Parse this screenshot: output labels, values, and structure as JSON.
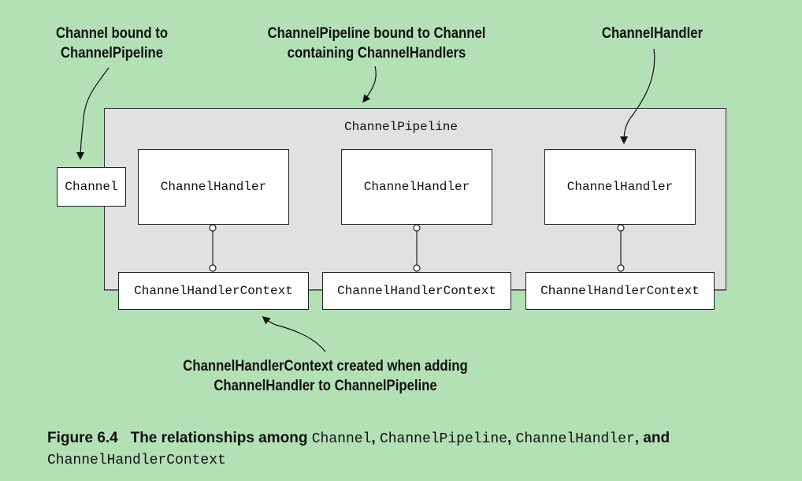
{
  "callouts": {
    "channel_bound": [
      "Channel bound to",
      "ChannelPipeline"
    ],
    "pipeline_bound": [
      "ChannelPipeline bound to Channel",
      "containing ChannelHandlers"
    ],
    "handler": [
      "ChannelHandler"
    ],
    "context_created": [
      "ChannelHandlerContext created when adding",
      "ChannelHandler to ChannelPipeline"
    ]
  },
  "diagram": {
    "pipeline_label": "ChannelPipeline",
    "channel_label": "Channel",
    "handlers": [
      "ChannelHandler",
      "ChannelHandler",
      "ChannelHandler"
    ],
    "contexts": [
      "ChannelHandlerContext",
      "ChannelHandlerContext",
      "ChannelHandlerContext"
    ]
  },
  "caption": {
    "figure": "Figure 6.4",
    "text1": "The relationships among",
    "code1": "Channel",
    "sep1": ",",
    "code2": "ChannelPipeline",
    "sep2": ",",
    "code3": "ChannelHandler",
    "sep3": ", and",
    "code4": "ChannelHandlerContext"
  },
  "colors": {
    "background": "#b3e0b5",
    "pipeline_fill": "#e1e1e1",
    "box_fill": "#ffffff"
  }
}
